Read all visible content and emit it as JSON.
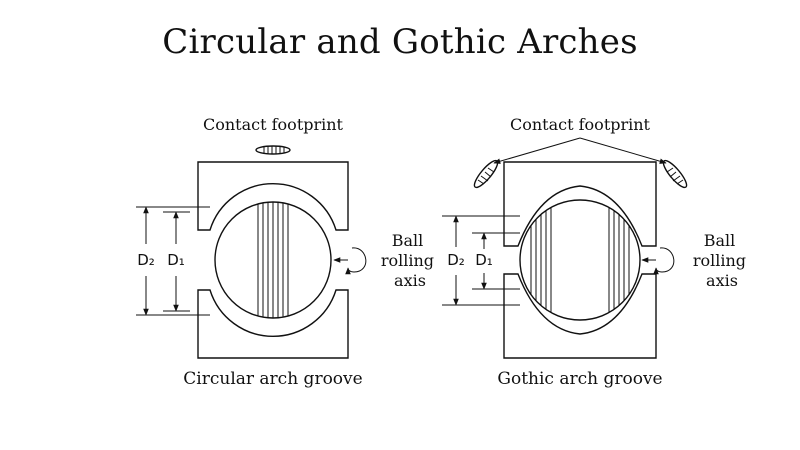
{
  "title": "Circular and Gothic Arches",
  "left": {
    "footprint_label": "Contact footprint",
    "d2": "D₂",
    "d1": "D₁",
    "axis_label": [
      "Ball",
      "rolling",
      "axis"
    ],
    "caption": "Circular arch groove"
  },
  "right": {
    "footprint_label": "Contact footprint",
    "d2": "D₂",
    "d1": "D₁",
    "axis_label": [
      "Ball",
      "rolling",
      "axis"
    ],
    "caption": "Gothic arch groove"
  }
}
